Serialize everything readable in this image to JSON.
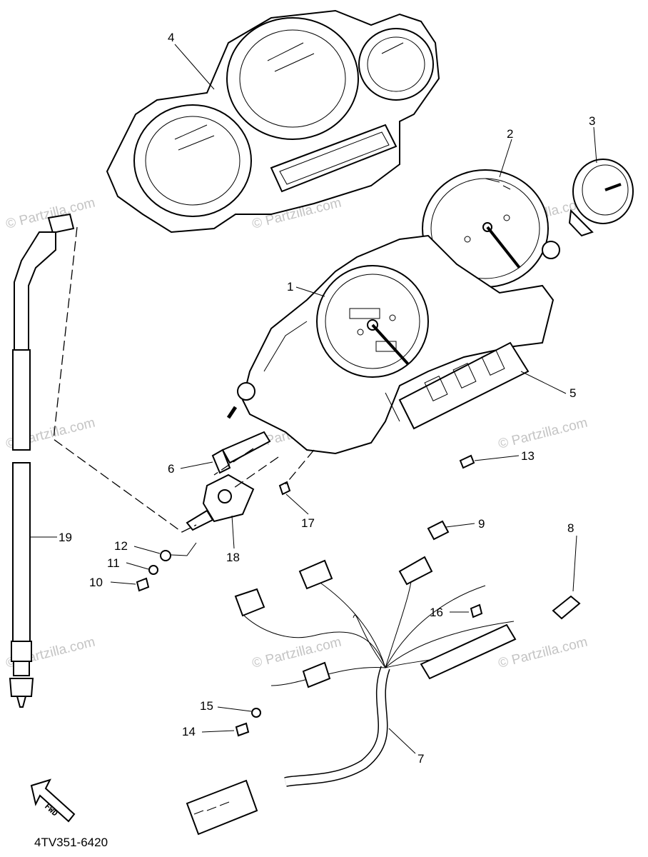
{
  "diagram_code": "4TV351-6420",
  "watermark": "© Partzilla.com",
  "fwd_label": "FWD",
  "callouts": [
    "1",
    "2",
    "3",
    "4",
    "5",
    "6",
    "7",
    "8",
    "9",
    "10",
    "11",
    "12",
    "13",
    "14",
    "15",
    "16",
    "17",
    "18",
    "19"
  ]
}
